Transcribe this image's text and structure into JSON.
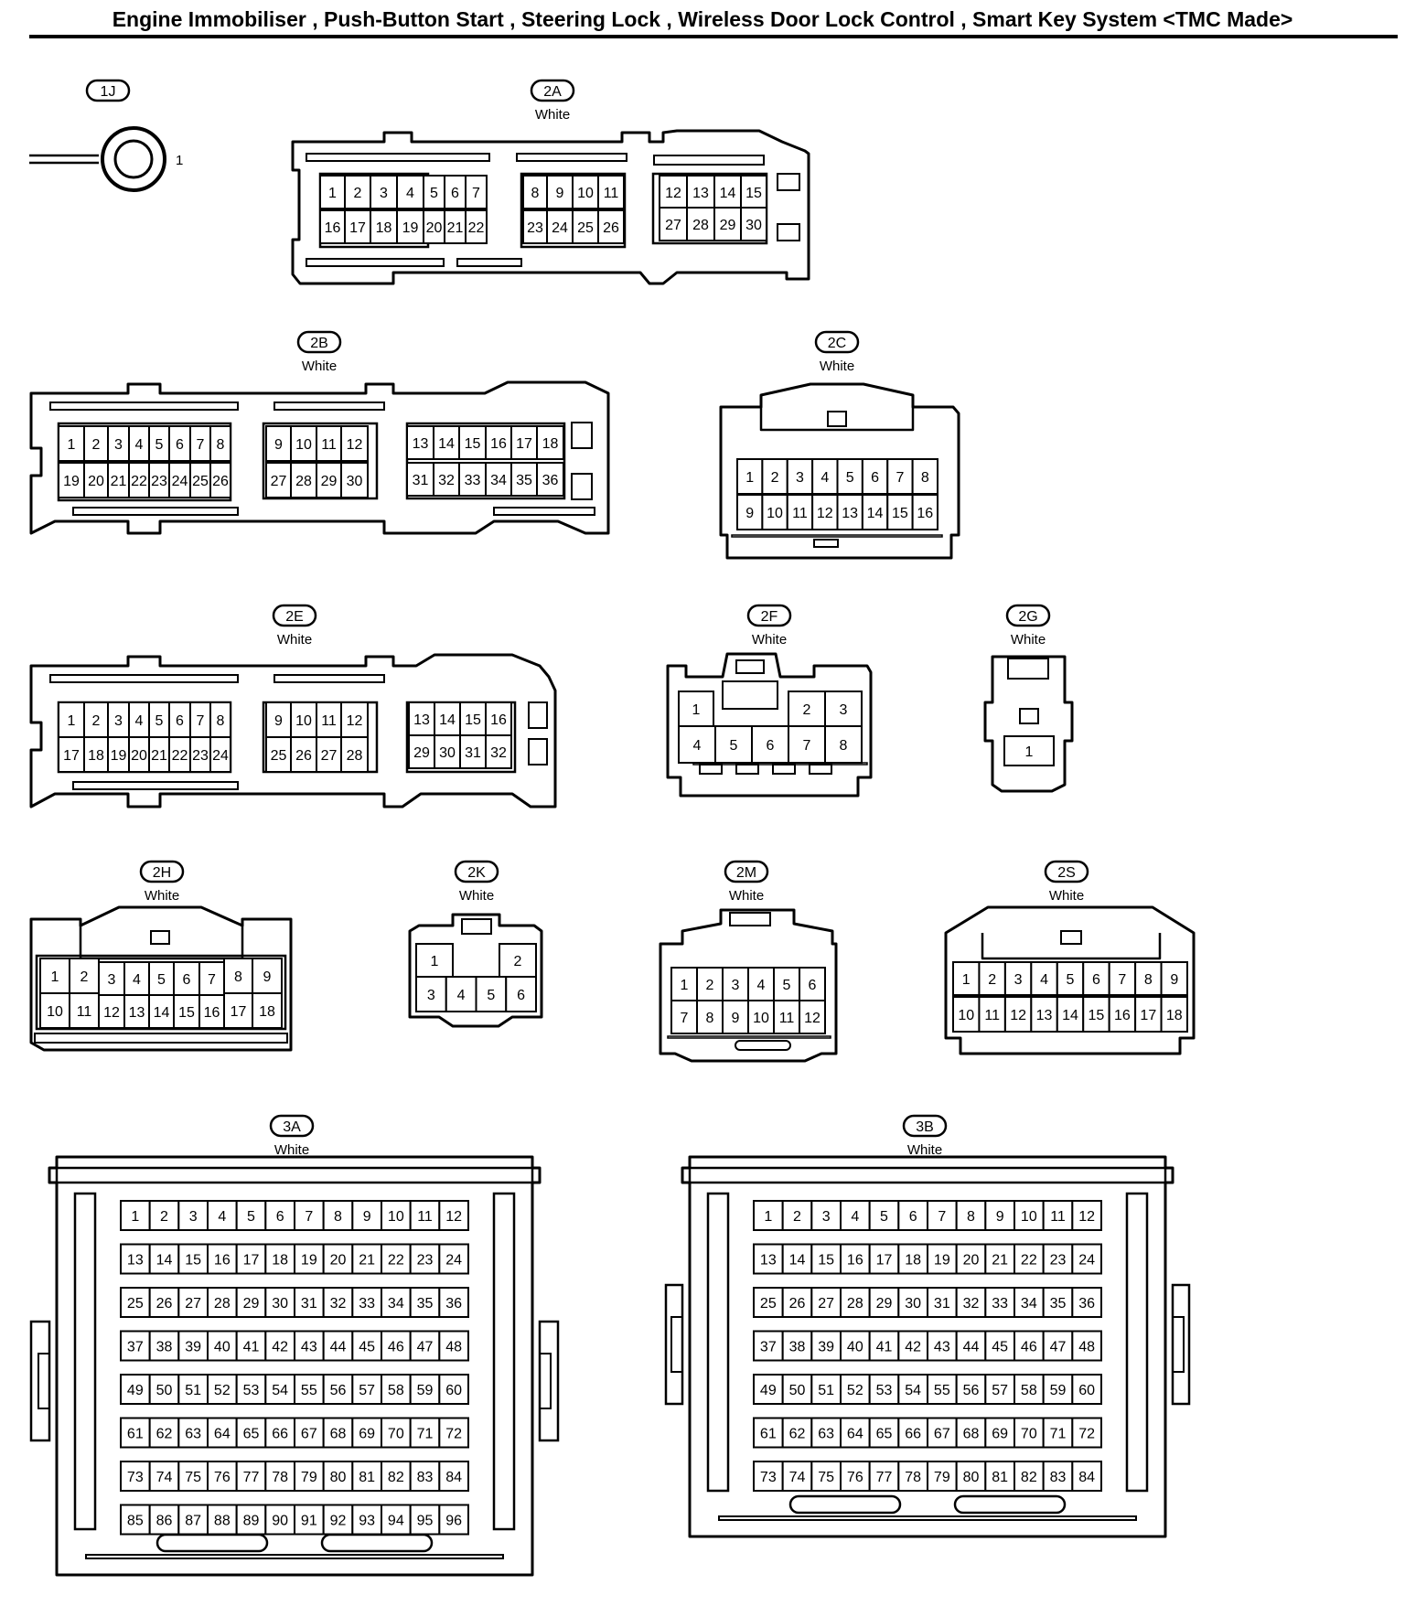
{
  "title": "Engine Immobiliser , Push-Button Start , Steering Lock , Wireless Door Lock Control , Smart Key System <TMC Made>",
  "connectors": [
    {
      "id": "1J",
      "color": "",
      "pin_count": 1
    },
    {
      "id": "2A",
      "color": "White",
      "pin_count": 30
    },
    {
      "id": "2B",
      "color": "White",
      "pin_count": 36
    },
    {
      "id": "2C",
      "color": "White",
      "pin_count": 16
    },
    {
      "id": "2E",
      "color": "White",
      "pin_count": 32
    },
    {
      "id": "2F",
      "color": "White",
      "pin_count": 8
    },
    {
      "id": "2G",
      "color": "White",
      "pin_count": 1
    },
    {
      "id": "2H",
      "color": "White",
      "pin_count": 18
    },
    {
      "id": "2K",
      "color": "White",
      "pin_count": 6
    },
    {
      "id": "2M",
      "color": "White",
      "pin_count": 12
    },
    {
      "id": "2S",
      "color": "White",
      "pin_count": 18
    },
    {
      "id": "3A",
      "color": "White",
      "pin_count": 96
    },
    {
      "id": "3B",
      "color": "White",
      "pin_count": 84
    }
  ]
}
